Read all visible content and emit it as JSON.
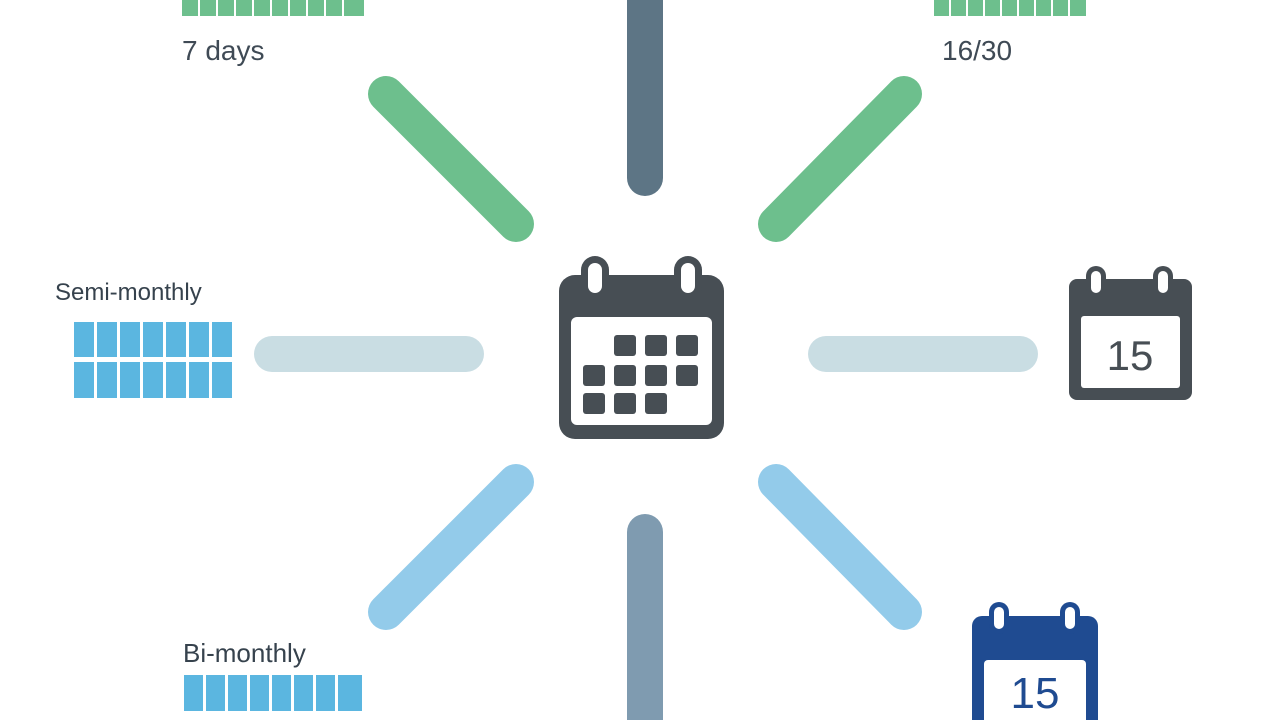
{
  "labels": {
    "top_left": "7 days",
    "top_right": "16/30",
    "middle_left": "Semi-monthly",
    "bottom_left": "Bi-monthly"
  },
  "calendars": {
    "right_day": "15",
    "bottom_right_day": "15"
  },
  "colors": {
    "green": "#6dbf8d",
    "slate": "#5d7585",
    "slate_light": "#7f9bb0",
    "pale_blue": "#c9dde3",
    "light_blue": "#93cbea",
    "blue_cell": "#5bb6e0",
    "dark_calendar": "#474e54",
    "navy_calendar": "#1f4b91"
  },
  "icons": [
    "central-calendar-icon",
    "calendar-15-icon",
    "calendar-15-navy-icon"
  ]
}
